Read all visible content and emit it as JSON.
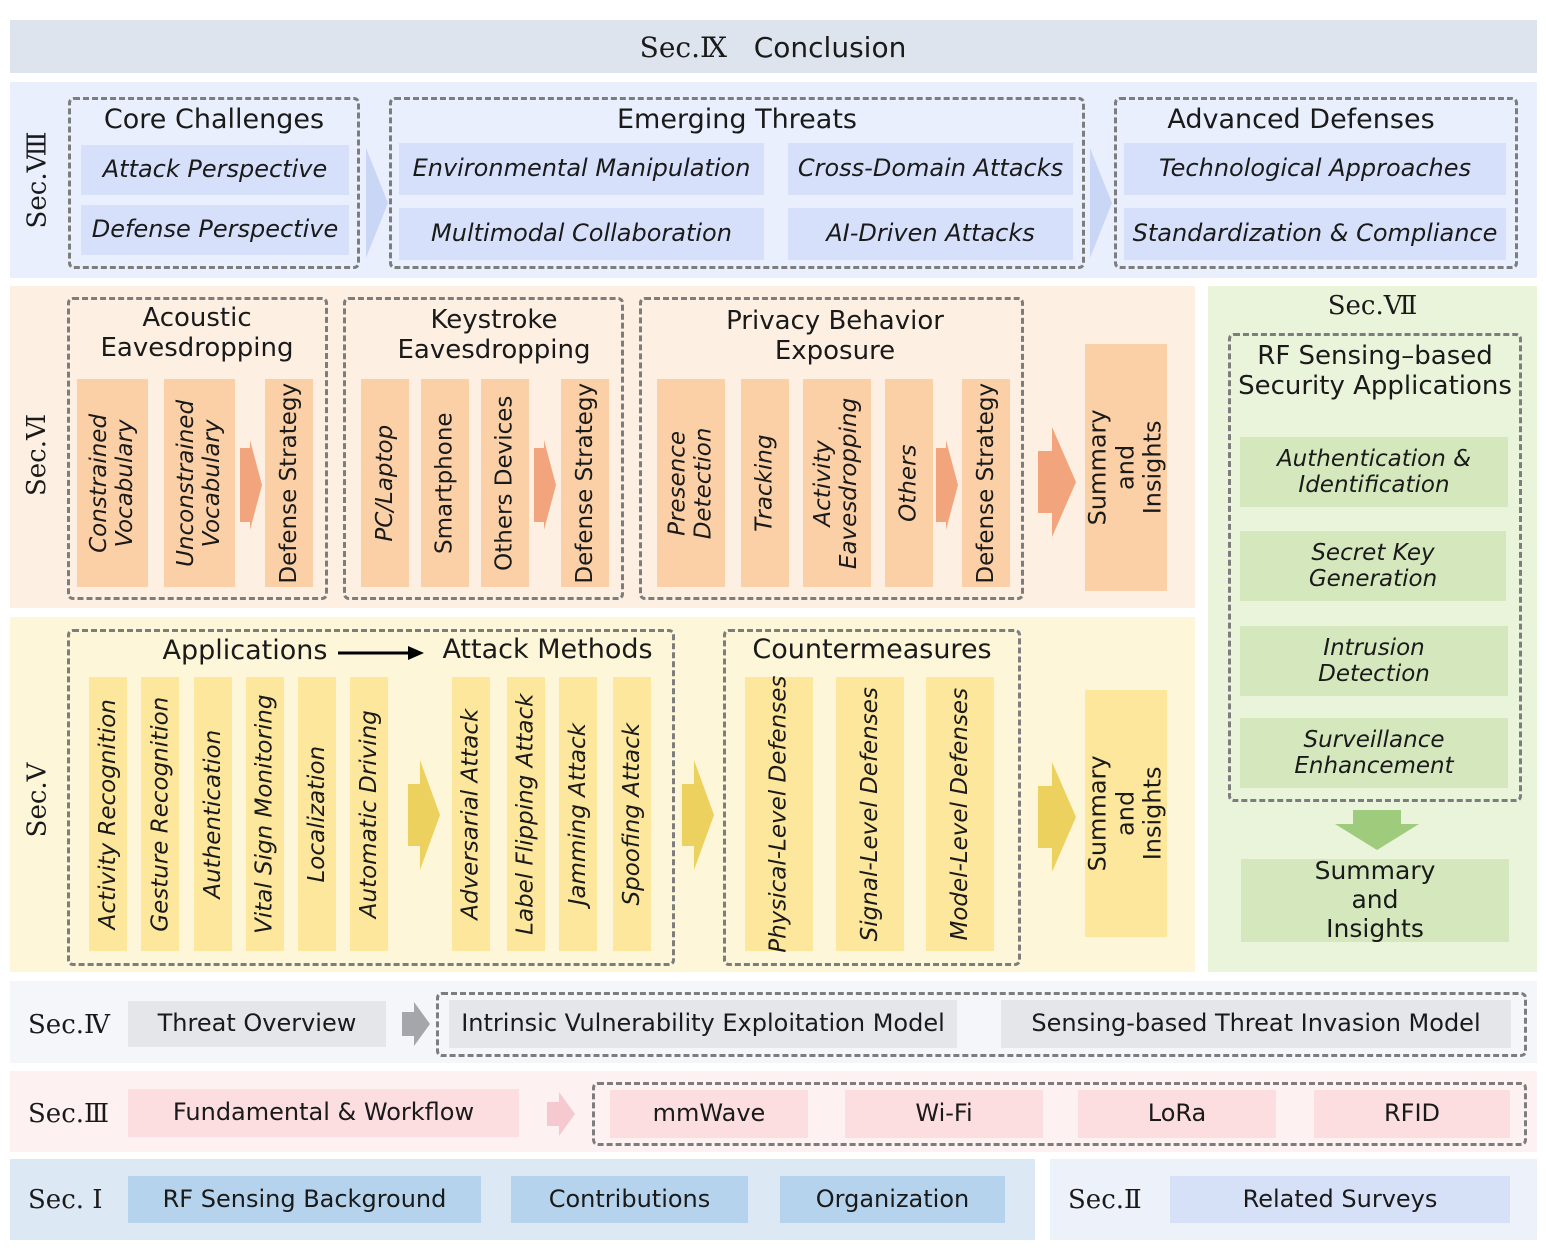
{
  "colors": {
    "sec9_bg": "#dde4ee",
    "sec8_bg": "#e9effc",
    "sec8_box": "#d6e0fa",
    "sec6_bg": "#fdefe2",
    "sec6_box": "#fbd0a6",
    "sec6_arrow": "#f2a57c",
    "sec5_bg": "#fdf6d9",
    "sec5_box": "#fde79d",
    "sec5_arrow": "#ecd15e",
    "sec7_bg": "#eaf4da",
    "sec7_box": "#d5e7bd",
    "sec7_arrow": "#9fcb7d",
    "sec4_bg": "#f4f6f9",
    "sec4_box": "#e4e6ea",
    "sec3_bg": "#fdf1f1",
    "sec3_box": "#fcdde0",
    "sec1_bg": "#dde8f5",
    "sec1_box": "#b5d3ec",
    "sec2_bg": "#edf1fa",
    "sec2_box": "#d6e1f7"
  },
  "icons": [
    "right-arrow-icon",
    "down-arrow-icon"
  ],
  "sec9": {
    "label": "Sec.Ⅸ",
    "title": "Conclusion"
  },
  "sec8": {
    "label": "Sec.Ⅷ",
    "core": {
      "title": "Core Challenges",
      "items": [
        "Attack Perspective",
        "Defense Perspective"
      ]
    },
    "emerging": {
      "title": "Emerging Threats",
      "items": [
        "Environmental Manipulation",
        "Cross-Domain Attacks",
        "Multimodal Collaboration",
        "AI-Driven Attacks"
      ]
    },
    "advanced": {
      "title": "Advanced Defenses",
      "items": [
        "Technological Approaches",
        "Standardization & Compliance"
      ]
    }
  },
  "sec6": {
    "label": "Sec.Ⅵ",
    "acoustic": {
      "title": "Acoustic Eavesdropping",
      "items": [
        "Constrained Vocabulary",
        "Unconstrained Vocabulary"
      ],
      "defense": "Defense Strategy"
    },
    "keystroke": {
      "title": "Keystroke Eavesdropping",
      "items": [
        "PC/Laptop",
        "Smartphone",
        "Others Devices"
      ],
      "defense": "Defense Strategy"
    },
    "privacy": {
      "title": "Privacy Behavior Exposure",
      "items": [
        "Presence Detection",
        "Tracking",
        "Activity Eavesdropping",
        "Others"
      ],
      "defense": "Defense Strategy"
    },
    "summary": "Summary and Insights"
  },
  "sec7": {
    "label": "Sec.Ⅶ",
    "title": "RF Sensing–based Security Applications",
    "items": [
      "Authentication & Identification",
      "Secret Key Generation",
      "Intrusion Detection",
      "Surveillance Enhancement"
    ],
    "summary": "Summary and Insights"
  },
  "sec5": {
    "label": "Sec.Ⅴ",
    "applications": {
      "title": "Applications",
      "items": [
        "Activity Recognition",
        "Gesture Recognition",
        "Authentication",
        "Vital Sign Monitoring",
        "Localization",
        "Automatic Driving"
      ]
    },
    "attacks": {
      "title": "Attack Methods",
      "items": [
        "Adversarial Attack",
        "Label Flipping Attack",
        "Jamming Attack",
        "Spoofing Attack"
      ]
    },
    "counter": {
      "title": "Countermeasures",
      "items": [
        "Physical-Level Defenses",
        "Signal-Level Defenses",
        "Model-Level Defenses"
      ]
    },
    "summary": "Summary and Insights"
  },
  "sec4": {
    "label": "Sec.Ⅳ",
    "overview": "Threat Overview",
    "models": [
      "Intrinsic Vulnerability Exploitation Model",
      "Sensing-based Threat Invasion Model"
    ]
  },
  "sec3": {
    "label": "Sec.Ⅲ",
    "fundamental": "Fundamental & Workflow",
    "techs": [
      "mmWave",
      "Wi-Fi",
      "LoRa",
      "RFID"
    ]
  },
  "sec1": {
    "label": "Sec. Ⅰ",
    "items": [
      "RF Sensing Background",
      "Contributions",
      "Organization"
    ]
  },
  "sec2": {
    "label": "Sec.Ⅱ",
    "item": "Related Surveys"
  }
}
